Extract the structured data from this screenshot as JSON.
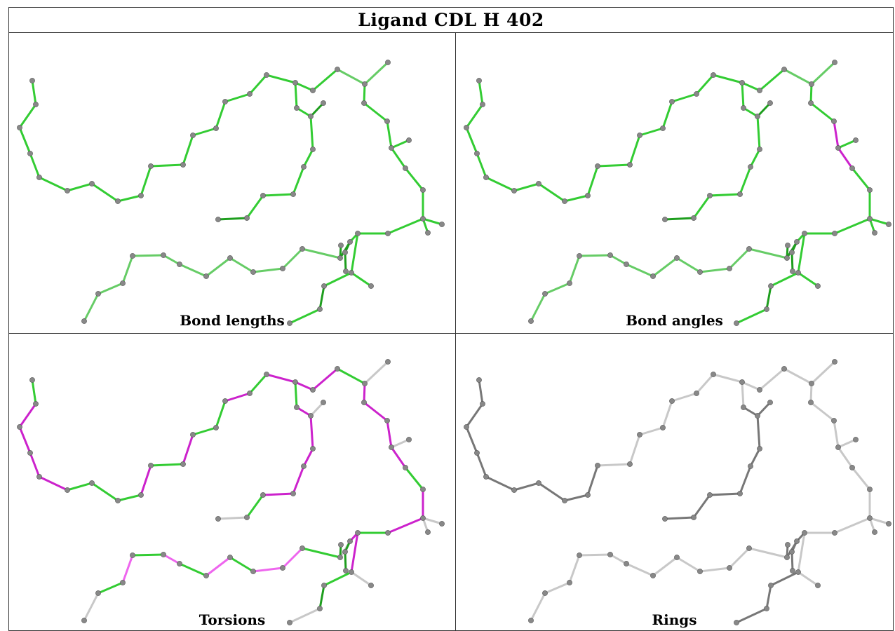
{
  "title": "Ligand CDL H 402",
  "panels": [
    {
      "caption": "Bond lengths",
      "scheme": "lengths"
    },
    {
      "caption": "Bond angles",
      "scheme": "angles"
    },
    {
      "caption": "Torsions",
      "scheme": "torsions"
    },
    {
      "caption": "Rings",
      "scheme": "rings"
    }
  ],
  "colors": {
    "green_dark": "#1e9e1e",
    "green": "#33cc33",
    "green_light": "#66cc66",
    "magenta": "#cc22cc",
    "magenta_light": "#ee66ee",
    "gray_dark": "#777777",
    "gray_light": "#c8c8c8",
    "atom": "#888888"
  }
}
